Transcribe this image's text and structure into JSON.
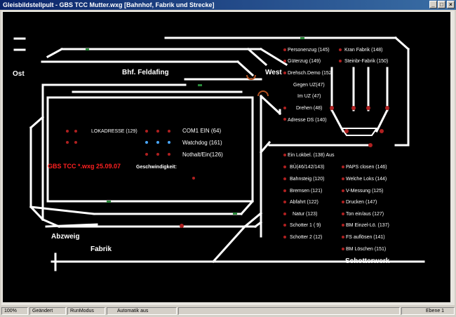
{
  "window": {
    "title": "Gleisbildstellpult - GBS TCC Mutter.wxg [Bahnhof, Fabrik und Strecke]"
  },
  "window_controls": {
    "minimize": "_",
    "maximize": "□",
    "close": "×"
  },
  "panel": {
    "station_labels": {
      "ost": "Ost",
      "feldafing": "Bhf. Feldafing",
      "west": "West",
      "abzweig": "Abzweig",
      "fabrik": "Fabrik",
      "schotterwerk": "Schotterwerk"
    },
    "info": {
      "lokadresse": "LOKADRESSE (129)",
      "com1": "COM1   EIN (64)",
      "watchdog": "Watchdog (161)",
      "nothalt": "Nothalt/Ein(126)",
      "banner": "GBS TCC *.wxg  25.09.07",
      "geschwindigkeit": "Geschwindigkeit:"
    },
    "buttons_top_left": [
      "Personenzug (145)",
      "Güterzug (149)",
      "Drehsch.Demo (152)",
      "Gegen UZ(47)",
      "Im UZ (47)",
      "Drehen (48)",
      "Adresse DS (140)"
    ],
    "buttons_top_right": [
      "Kran Fabrik (148)",
      "Steinbr-Fabrik (150)"
    ],
    "ein_lokbel": "Ein  Lokbel. (138)  Aus",
    "buttons_left": [
      "BÜ(46/142/143)",
      "Bahnsteig (120)",
      "Bremsen  (121)",
      "Abfahrt    (122)",
      "Natur   (123)",
      "Schotter 1 ( 9)",
      "Schotter 2 (12)"
    ],
    "buttons_right": [
      "PAPS closen (146)",
      "Welche Loks (144)",
      "V-Messung (125)",
      "Drucken (147)",
      "Ton ein/aus (127)",
      "BM Einzel-Lö. (137)",
      "FS auflösen (141)",
      "BM Löschen (151)"
    ]
  },
  "statusbar": {
    "zoom": "100%",
    "changed": "Geändert",
    "mode": "RunModus",
    "auto": "Automatik aus",
    "level": "Ebene 1"
  },
  "colors": {
    "track": "#ffffff",
    "background": "#000000",
    "led_red": "#b02020",
    "led_blue": "#4aa8ff",
    "banner_red": "#ff2020"
  }
}
